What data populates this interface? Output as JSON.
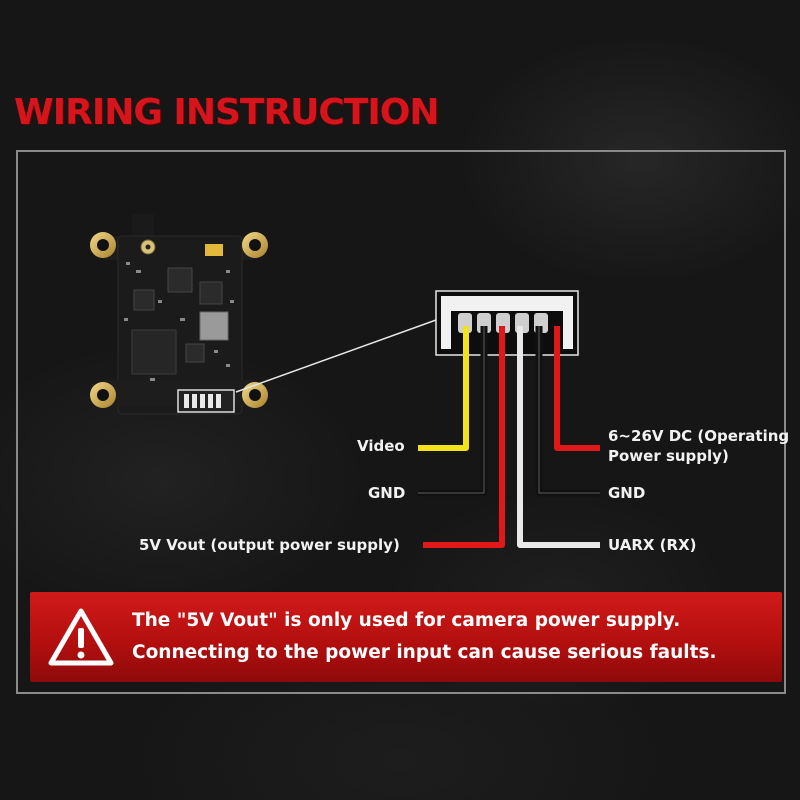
{
  "title": "WIRING INSTRUCTION",
  "labels": {
    "video": "Video",
    "gnd_left": "GND",
    "vout": "5V Vout (output power supply)",
    "power_line1": "6~26V DC (Operating",
    "power_line2": "Power supply)",
    "gnd_right": "GND",
    "uarx": "UARX (RX)"
  },
  "warning": {
    "line1": "The \"5V Vout\" is only used for camera power supply.",
    "line2": "Connecting to the power input can cause serious faults."
  },
  "colors": {
    "title": "#d6141b",
    "yellow_wire": "#f2e21b",
    "red_wire": "#e01818",
    "black_wire": "#111111",
    "white_wire": "#e8e8e8",
    "warning_bg": "#c41414"
  },
  "icons": [
    "warning-triangle-icon"
  ]
}
